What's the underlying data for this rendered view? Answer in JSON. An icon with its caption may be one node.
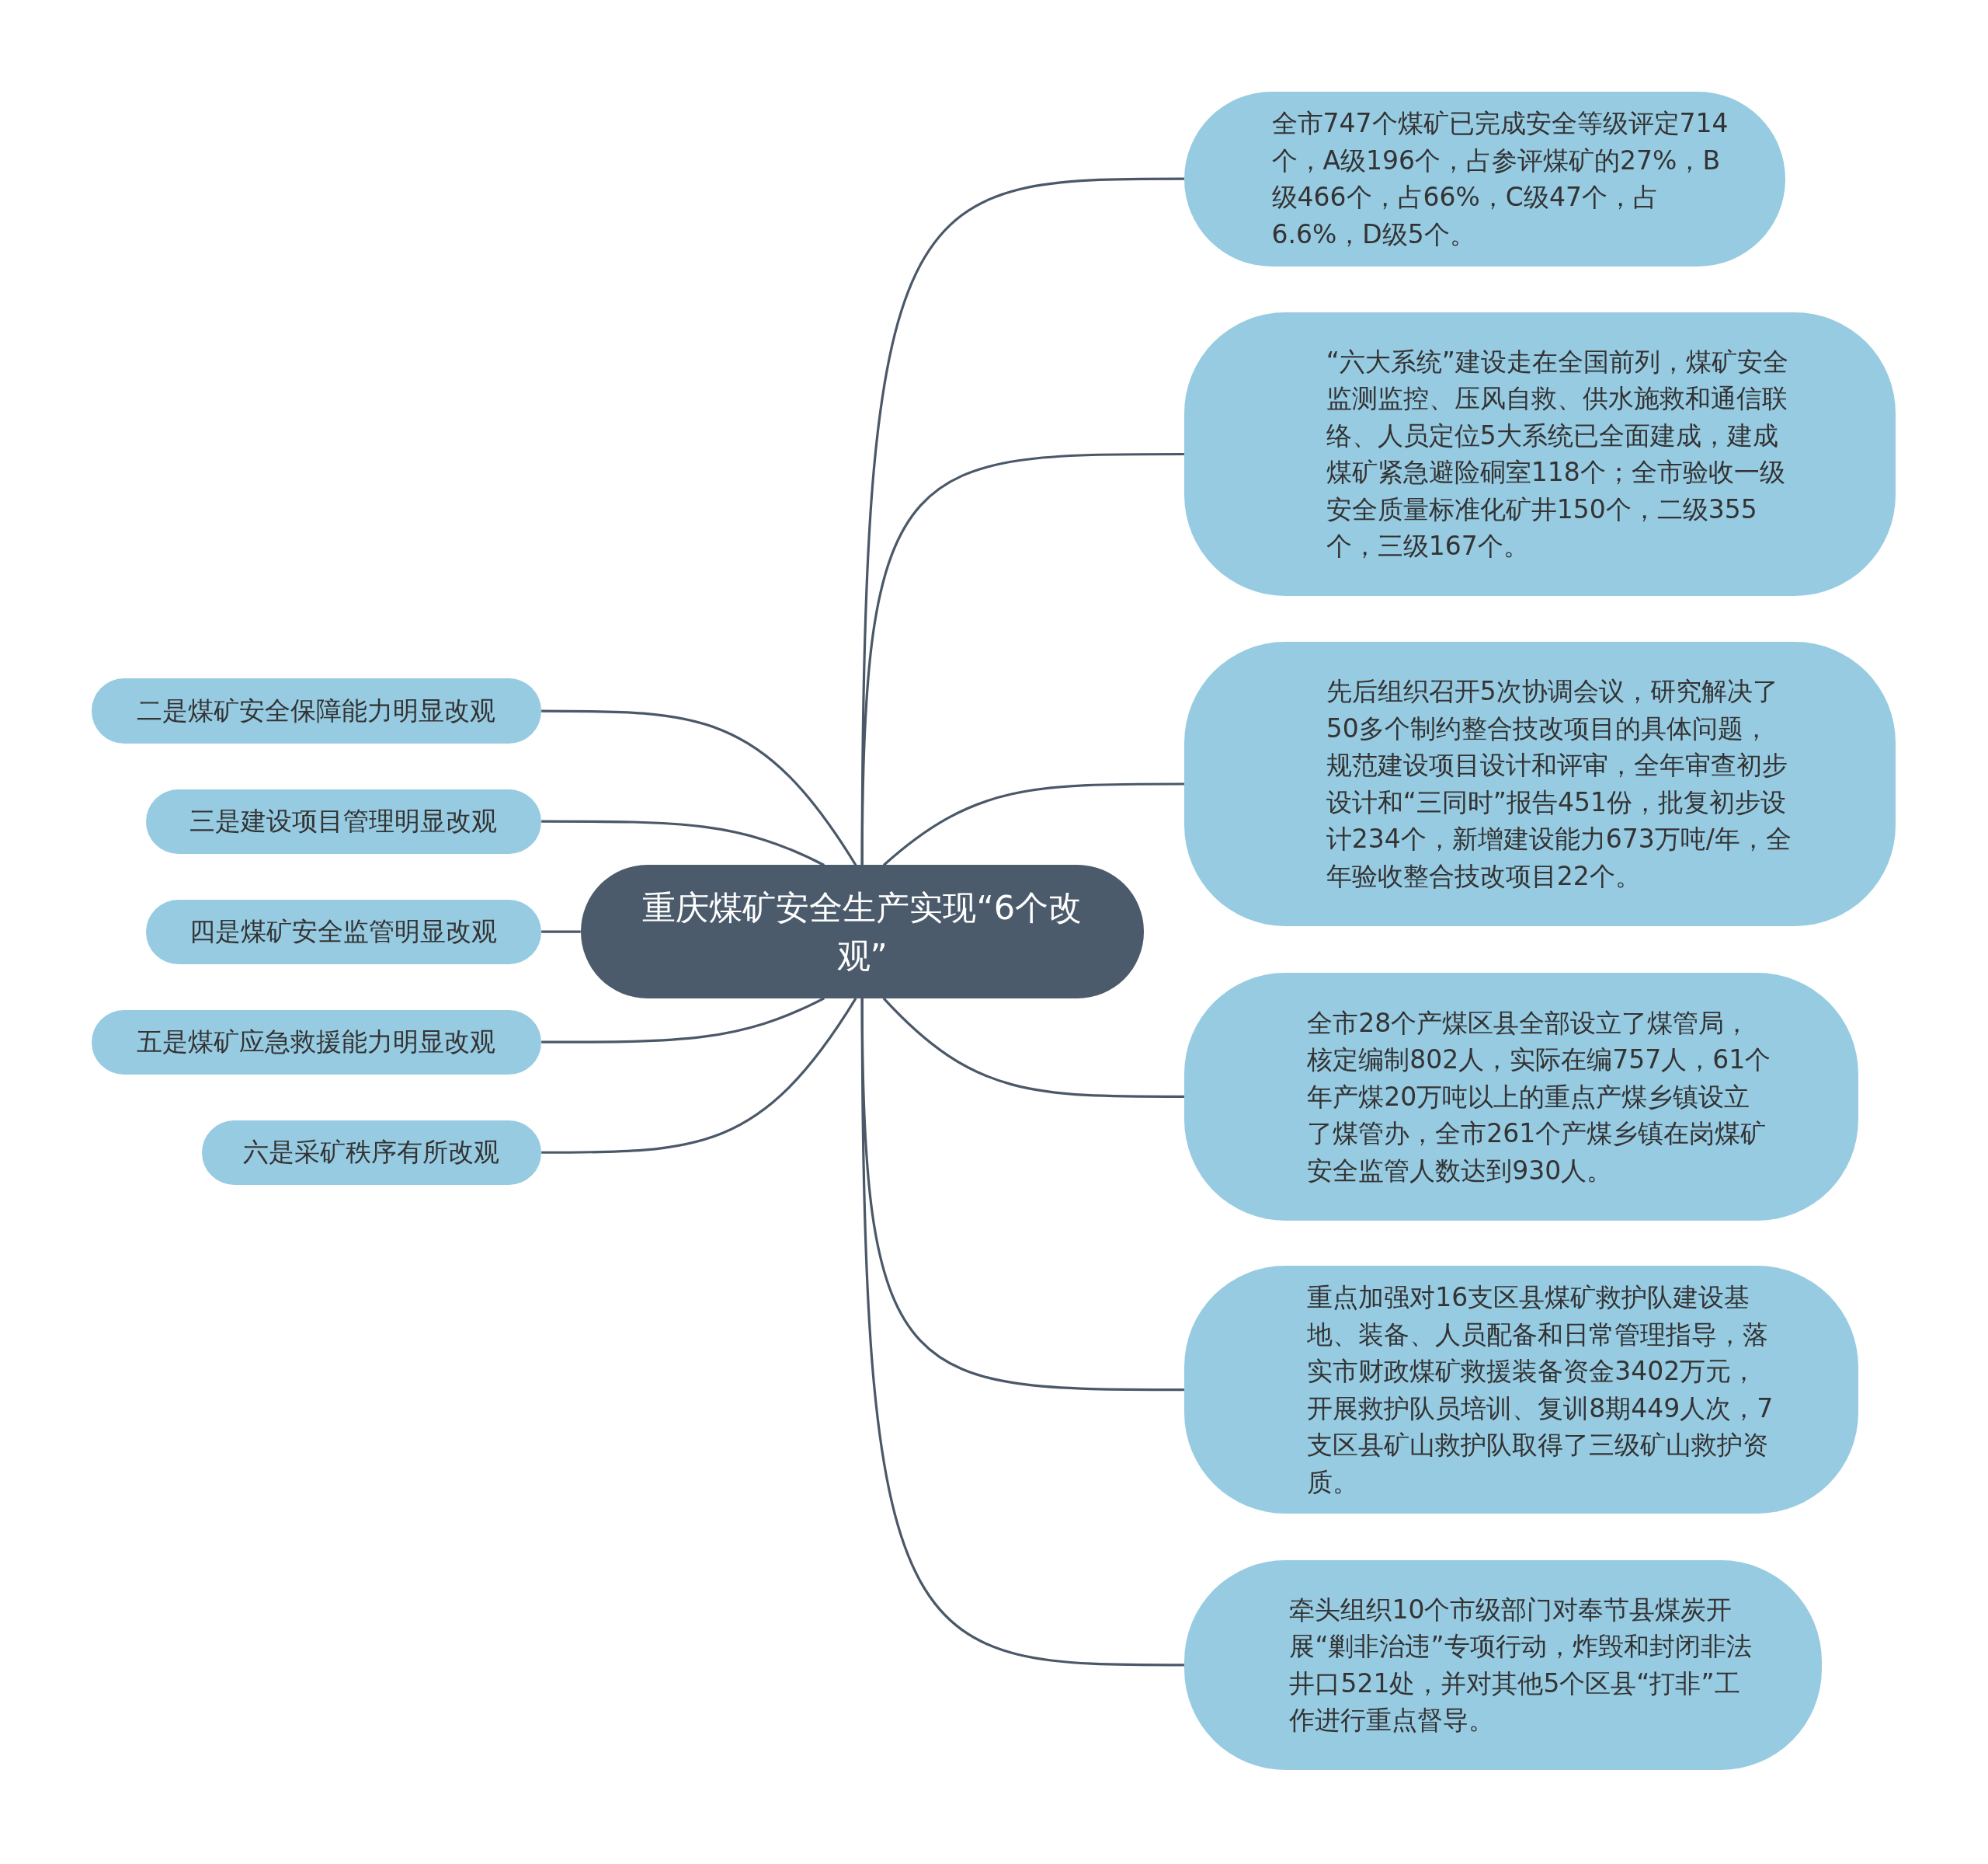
{
  "diagram": {
    "nodes": [
      {
        "text": [
          "重庆煤矿安全生产实现“6个改观”"
        ]
      },
      {
        "text": [
          "全市747个煤矿已完成安全等级评定714个，A级196个，占参评煤矿的27%，B级466个，占66%，C级47个，占6.6%，D级5个。"
        ]
      },
      {
        "text": [
          "“六大系统”建设走在全国前列，煤矿安全监测监控、压风自救、供水施救和通信联络、人员定位5大系统已全面建成，建成煤矿紧急避险硐室118个；全市验收一级安全质量标准化矿井150个，二级355个，三级167个。"
        ]
      },
      {
        "text": [
          "先后组织召开5次协调会议，研究解决了50多个制约整合技改项目的具体问题，规范建设项目设计和评审，全年审查初步设计和“三同时”报告451份，批复初步设计234个，新增建设能力673万吨/年，全年验收整合技改项目22个。"
        ]
      },
      {
        "text": [
          "全市28个产煤区县全部设立了煤管局，核定编制802人，实际在编757人，61个年产煤20万吨以上的重点产煤乡镇设立了煤管办，全市261个产煤乡镇在岗煤矿安全监管人数达到930人。"
        ]
      },
      {
        "text": [
          "重点加强对16支区县煤矿救护队建设基地、装备、人员配备和日常管理指导，落实市财政煤矿救援装备资金3402万元，开展救护队员培训、复训8期449人次，7支区县矿山救护队取得了三级矿山救护资质。"
        ]
      },
      {
        "text": [
          "牵头组织10个市级部门对奉节县煤炭开展“剿非治违”专项行动，炸毁和封闭非法井口521处，并对其他5个区县“打非”工作进行重点督导。"
        ]
      },
      {
        "text": [
          "二是煤矿安全保障能力明显改观"
        ]
      },
      {
        "text": [
          "三是建设项目管理明显改观"
        ]
      },
      {
        "text": [
          "四是煤矿安全监管明显改观"
        ]
      },
      {
        "text": [
          "五是煤矿应急救援能力明显改观"
        ]
      },
      {
        "text": [
          "六是采矿秩序有所改观"
        ]
      }
    ],
    "edges": [
      {
        "from": 0,
        "to": 1,
        "arrow": "none"
      },
      {
        "from": 0,
        "to": 2,
        "arrow": "none"
      },
      {
        "from": 0,
        "to": 3,
        "arrow": "none"
      },
      {
        "from": 0,
        "to": 4,
        "arrow": "none"
      },
      {
        "from": 0,
        "to": 5,
        "arrow": "none"
      },
      {
        "from": 0,
        "to": 6,
        "arrow": "none"
      },
      {
        "from": 0,
        "to": 7,
        "arrow": "none"
      },
      {
        "from": 0,
        "to": 8,
        "arrow": "none"
      },
      {
        "from": 0,
        "to": 9,
        "arrow": "none"
      },
      {
        "from": 0,
        "to": 10,
        "arrow": "none"
      },
      {
        "from": 0,
        "to": 11,
        "arrow": "none"
      }
    ]
  }
}
